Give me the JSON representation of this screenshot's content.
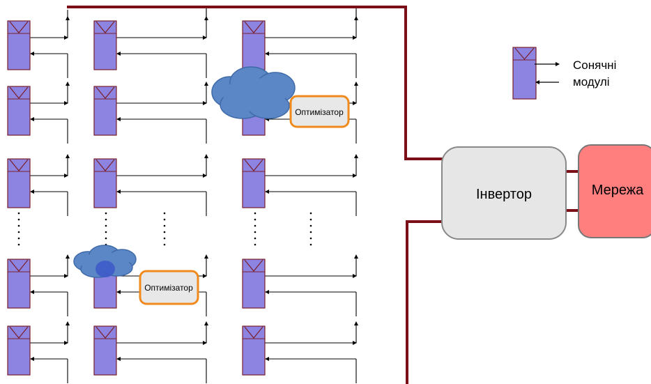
{
  "inverter": {
    "label": "Інвертор",
    "fill": "#e6e6e6",
    "stroke": "#888888"
  },
  "grid": {
    "label": "Мережа",
    "fill": "#ff7f7f",
    "stroke": "#777777"
  },
  "optimizers": [
    {
      "label": "Оптимізатор"
    },
    {
      "label": "Оптимізатор"
    }
  ],
  "legend": {
    "line1": "Сонячні",
    "line2": "модулі"
  },
  "colors": {
    "panel_fill": "#8c84e0",
    "panel_stroke": "#7a1f2b",
    "bus": "#7a0f18",
    "wire": "#000000",
    "cloud": "#5b87c6",
    "optimizer_stroke": "#f08a1c",
    "optimizer_fill": "#e8e8e8"
  }
}
